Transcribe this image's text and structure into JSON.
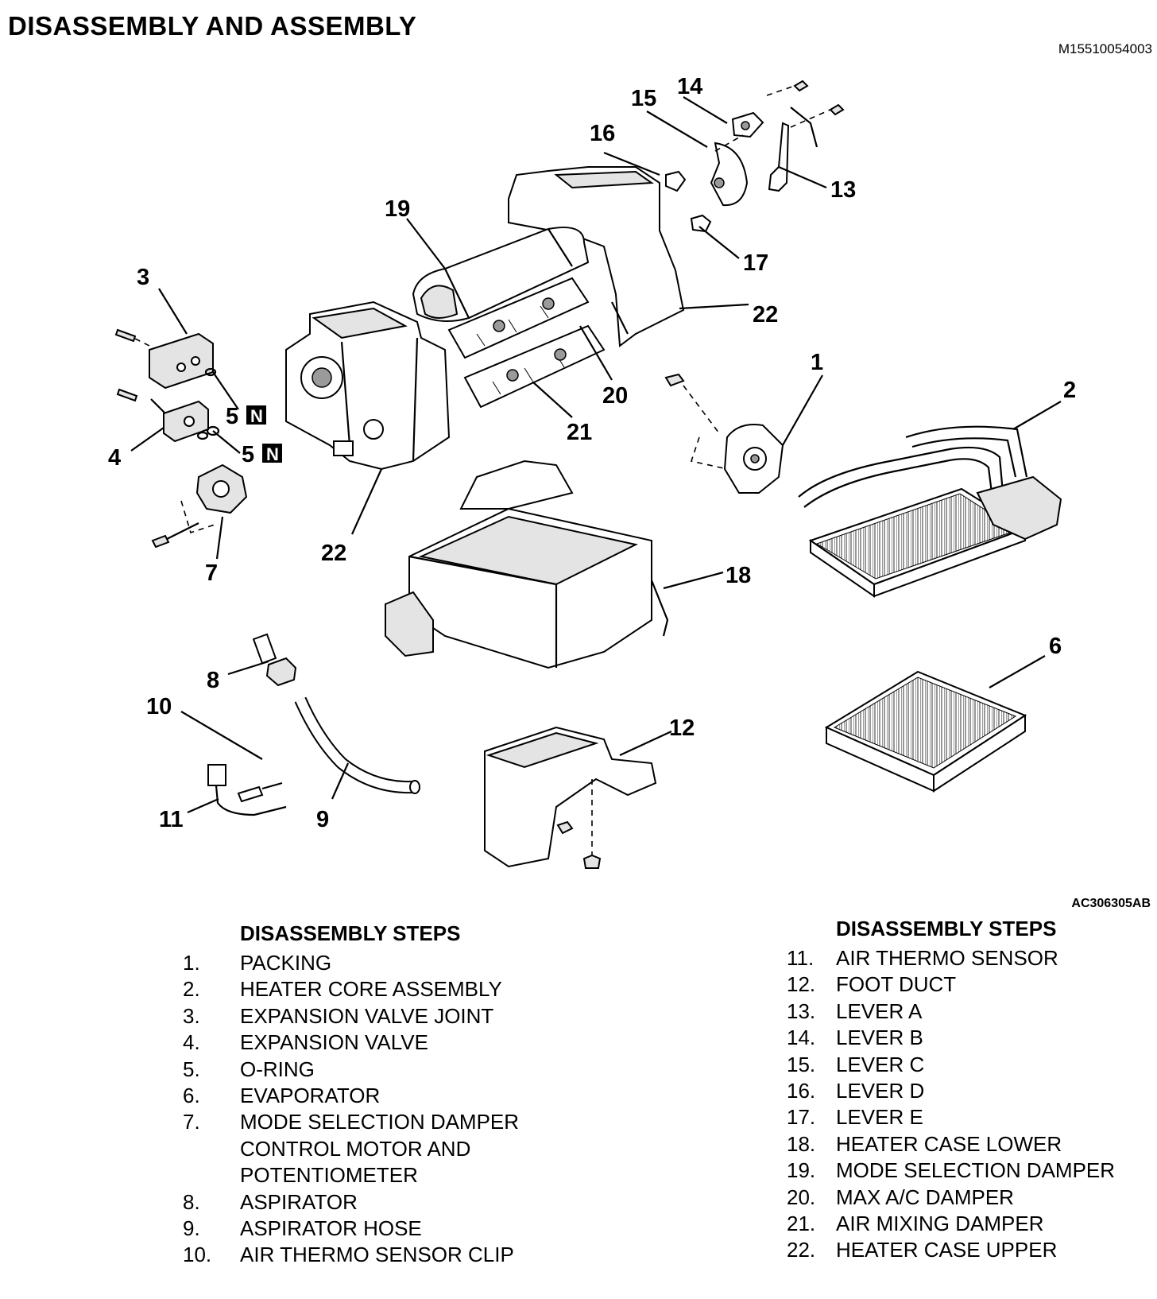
{
  "header": {
    "title": "DISASSEMBLY AND ASSEMBLY",
    "doc_code": "M15510054003",
    "figure_code": "AC306305AB"
  },
  "diagram": {
    "callouts": [
      "1",
      "2",
      "3",
      "4",
      "5",
      "5",
      "6",
      "7",
      "8",
      "9",
      "10",
      "11",
      "12",
      "13",
      "14",
      "15",
      "16",
      "17",
      "18",
      "19",
      "20",
      "21",
      "22",
      "22"
    ],
    "new_part_badge": "N"
  },
  "steps_left": {
    "heading": "DISASSEMBLY STEPS",
    "items": [
      {
        "num": "1.",
        "label": "PACKING"
      },
      {
        "num": "2.",
        "label": "HEATER CORE ASSEMBLY"
      },
      {
        "num": "3.",
        "label": "EXPANSION VALVE JOINT"
      },
      {
        "num": "4.",
        "label": "EXPANSION VALVE"
      },
      {
        "num": "5.",
        "label": "O-RING"
      },
      {
        "num": "6.",
        "label": "EVAPORATOR"
      },
      {
        "num": "7.",
        "label": "MODE SELECTION DAMPER\nCONTROL MOTOR AND\nPOTENTIOMETER"
      },
      {
        "num": "8.",
        "label": "ASPIRATOR"
      },
      {
        "num": "9.",
        "label": "ASPIRATOR HOSE"
      },
      {
        "num": "10.",
        "label": "AIR THERMO SENSOR CLIP"
      }
    ]
  },
  "steps_right": {
    "heading": "DISASSEMBLY STEPS",
    "items": [
      {
        "num": "11.",
        "label": "AIR THERMO SENSOR"
      },
      {
        "num": "12.",
        "label": "FOOT DUCT"
      },
      {
        "num": "13.",
        "label": "LEVER A"
      },
      {
        "num": "14.",
        "label": "LEVER B"
      },
      {
        "num": "15.",
        "label": "LEVER C"
      },
      {
        "num": "16.",
        "label": "LEVER D"
      },
      {
        "num": "17.",
        "label": "LEVER E"
      },
      {
        "num": "18.",
        "label": "HEATER CASE LOWER"
      },
      {
        "num": "19.",
        "label": "MODE SELECTION DAMPER"
      },
      {
        "num": "20.",
        "label": "MAX A/C DAMPER"
      },
      {
        "num": "21.",
        "label": "AIR MIXING DAMPER"
      },
      {
        "num": "22.",
        "label": "HEATER CASE UPPER"
      }
    ]
  }
}
